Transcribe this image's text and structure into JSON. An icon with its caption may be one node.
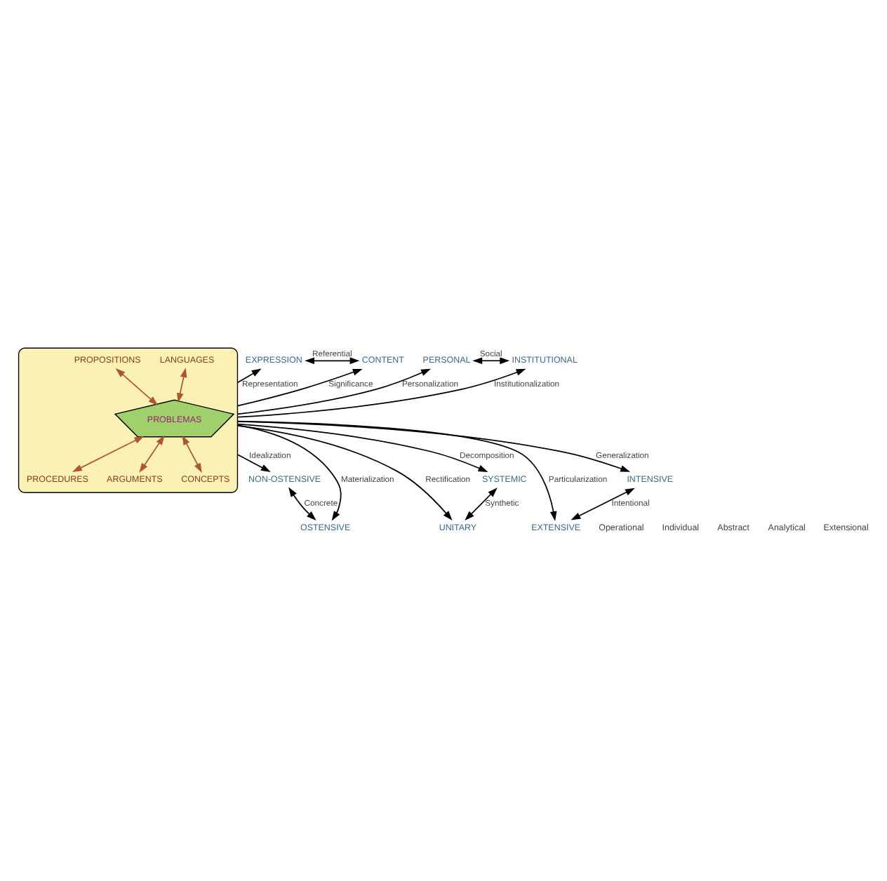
{
  "diagram": {
    "nodes": [
      {
        "text": [],
        "shape": "octagon"
      },
      {
        "text": [
          "LANGUAGES"
        ],
        "in": 0
      },
      {
        "text": [
          "PROPOSITIONS"
        ],
        "in": 0
      },
      {
        "text": [
          "PROCEDURES"
        ],
        "in": 0
      },
      {
        "text": [
          "ARGUMENTS"
        ],
        "in": 0
      },
      {
        "text": [
          "CONCEPTS"
        ],
        "in": 0
      },
      {
        "text": [
          "PROBLEMAS"
        ],
        "in": 0
      },
      {
        "text": [
          "CONTENT"
        ]
      },
      {
        "text": [
          "PERSONAL"
        ]
      },
      {
        "text": [
          "INSTITUTIONAL"
        ]
      },
      {
        "text": [
          "NON-OSTENSIVE"
        ]
      },
      {
        "text": [
          "OSTENSIVE"
        ]
      },
      {
        "text": [
          "UNITARY"
        ]
      },
      {
        "text": [
          "SYSTEMIC"
        ]
      },
      {
        "text": [
          "EXTENSIVE"
        ]
      },
      {
        "text": [
          "INTENSIVE"
        ]
      },
      {
        "text": [
          "EXPRESSION"
        ]
      }
    ],
    "edges": [
      {
        "from": 1,
        "to": 6,
        "arrow": "both",
        "color": "#b0562a"
      },
      {
        "from": 2,
        "to": 6,
        "arrow": "both",
        "color": "#b0562a"
      },
      {
        "from": 3,
        "to": 6,
        "arrow": "both",
        "color": "#b0562a"
      },
      {
        "from": 4,
        "to": 6,
        "arrow": "both",
        "color": "#b0562a"
      },
      {
        "from": 5,
        "to": 6,
        "arrow": "both",
        "color": "#b0562a"
      },
      {
        "from": 0,
        "to": 7,
        "arrow": "to",
        "label": "Significance"
      },
      {
        "from": 0,
        "to": 8,
        "arrow": "to",
        "label": "Personalization"
      },
      {
        "from": 0,
        "to": 9,
        "arrow": "to",
        "label": "Institutionalization"
      },
      {
        "from": 0,
        "to": 10,
        "arrow": "to",
        "label": "Idealization"
      },
      {
        "from": 0,
        "to": 11,
        "arrow": "to",
        "label": "Materialization"
      },
      {
        "from": 0,
        "to": 12,
        "arrow": "to",
        "label": "Rectification"
      },
      {
        "from": 0,
        "to": 13,
        "arrow": "to",
        "label": "Decomposition"
      },
      {
        "from": 0,
        "to": 14,
        "arrow": "to",
        "label": "Particularization"
      },
      {
        "from": 0,
        "to": 15,
        "arrow": "to",
        "label": "Generalization"
      },
      {
        "from": 0,
        "to": 16,
        "arrow": "to",
        "label": "Representation"
      },
      {
        "from": 16,
        "to": 7,
        "arrow": "both",
        "label": "Referential"
      },
      {
        "from": 8,
        "to": 9,
        "arrow": "both",
        "label": "Social"
      },
      {
        "from": 10,
        "to": 11,
        "arrow": "both",
        "label": "Concrete"
      },
      {
        "from": 13,
        "to": 12,
        "arrow": "both",
        "label": "Synthetic"
      },
      {
        "from": 15,
        "to": 14,
        "arrow": "both",
        "label": "Intentional"
      }
    ],
    "labels": [
      "Operational",
      "Individual",
      "Abstract",
      "Analytical",
      "Extensional"
    ]
  }
}
